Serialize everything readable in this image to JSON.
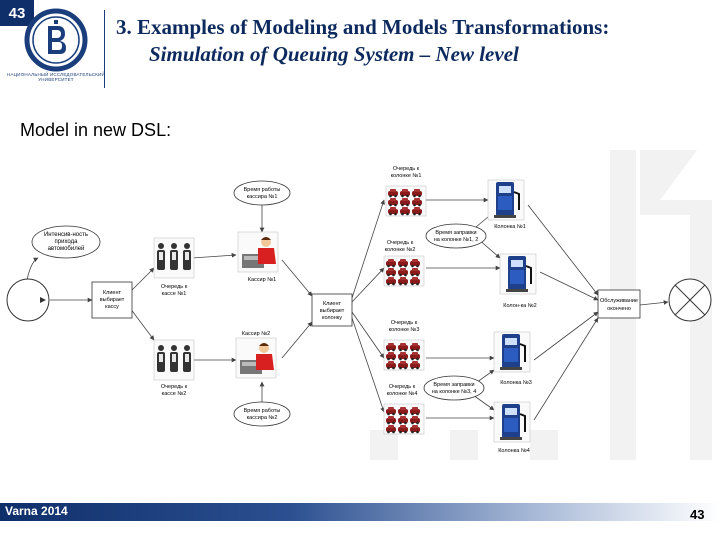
{
  "slide": {
    "number_top": "43",
    "number_bottom": "43",
    "footer": "Varna 2014"
  },
  "logo": {
    "caption": "НАЦИОНАЛЬНЫЙ ИССЛЕДОВАТЕЛЬСКИЙ УНИВЕРСИТЕТ"
  },
  "title": {
    "line1": "3.   Examples of Modeling and Models Transformations:",
    "line2": "Simulation of Queuing System – New level"
  },
  "subtitle": "Model in new DSL:",
  "diagram": {
    "intensity": [
      "Интенсив-ность",
      "прихода",
      "автомобилей"
    ],
    "client_choose_cashier": [
      "Клиент",
      "выбирает",
      "кассу"
    ],
    "queue_cashier1": [
      "Очередь к",
      "кассе №1"
    ],
    "queue_cashier2": [
      "Очередь к",
      "кассе №2"
    ],
    "work_time1": [
      "Время работы",
      "кассира №1"
    ],
    "work_time2": [
      "Время работы",
      "кассира №2"
    ],
    "cashier1": "Кассир №1",
    "cashier2": "Кассир №2",
    "client_choose_column": [
      "Клиент",
      "выбирает",
      "колонку"
    ],
    "queue_col1": [
      "Очередь к",
      "колонке №1"
    ],
    "queue_col2": [
      "Очередь к",
      "колонке №2"
    ],
    "queue_col3": [
      "Очередь к",
      "колонке №3"
    ],
    "queue_col4": [
      "Очередь к",
      "колонке №4"
    ],
    "fuel_time12": [
      "Время заправки",
      "на колонке №1, 2"
    ],
    "fuel_time34": [
      "Время заправки",
      "на колонке №3, 4"
    ],
    "column1": "Колонка №1",
    "column2": "Колон-ка №2",
    "column3": "Колонка №3",
    "column4": "Колонка №4",
    "served": [
      "Обслуживание",
      "окончено"
    ]
  }
}
